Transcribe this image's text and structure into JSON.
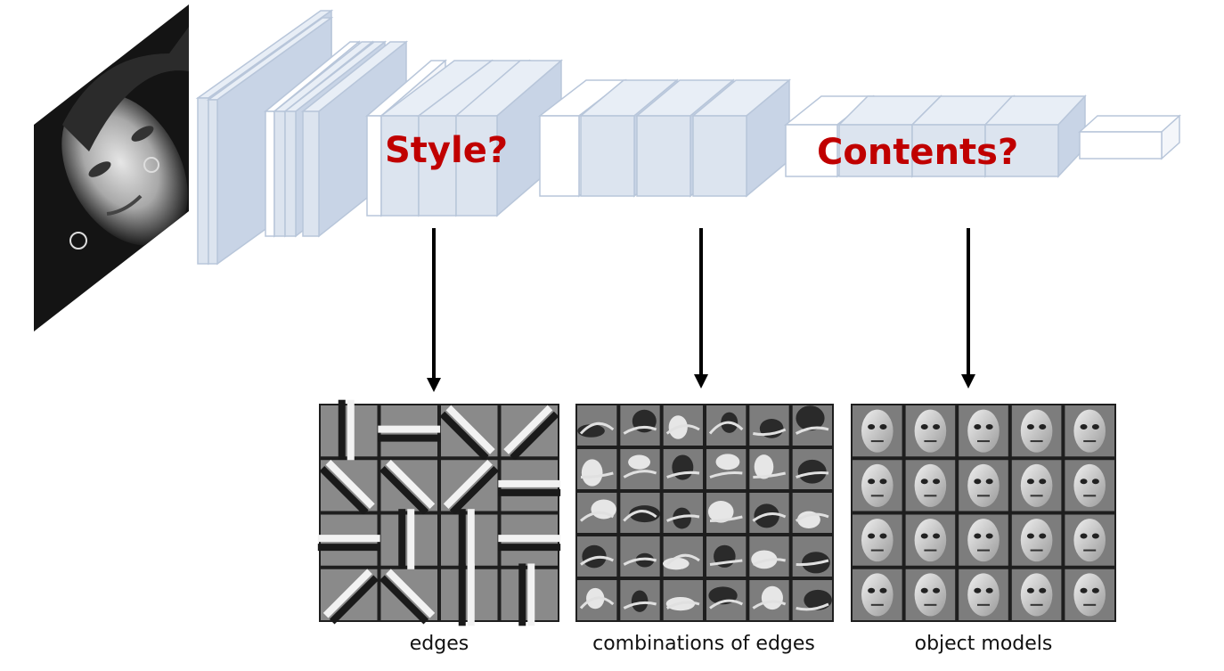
{
  "labels": {
    "style": "Style?",
    "contents": "Contents?"
  },
  "panels": [
    {
      "id": "edges",
      "caption": "edges"
    },
    {
      "id": "combinations",
      "caption": "combinations of edges"
    },
    {
      "id": "objects",
      "caption": "object models"
    }
  ],
  "colors": {
    "layer_fill": "#dce4ef",
    "layer_side": "#c8d4e6",
    "layer_stroke": "#b8c6da",
    "label_red": "#c00000",
    "arrow": "#000000"
  },
  "icons": {
    "input_image": "portrait-photo",
    "arrows": "down-arrow-icon"
  }
}
